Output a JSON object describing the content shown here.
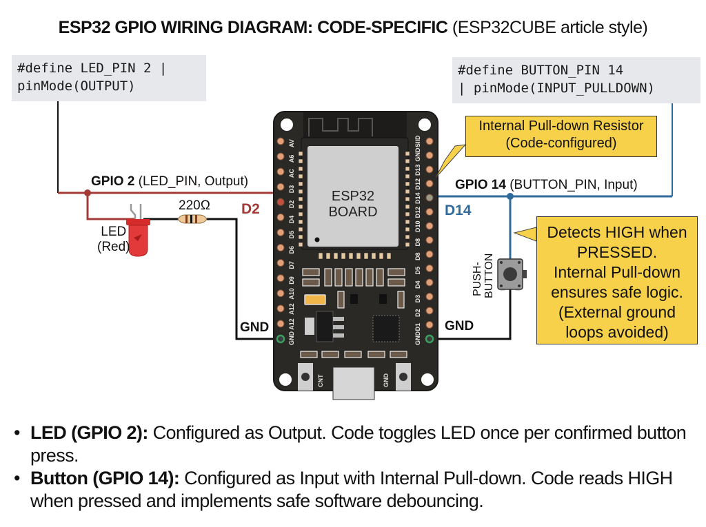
{
  "title": {
    "bold": "ESP32 GPIO WIRING DIAGRAM: CODE-SPECIFIC",
    "regular": "(ESP32CUBE article style)"
  },
  "code_left": {
    "line1": "#define LED_PIN 2 |",
    "line2": "pinMode(OUTPUT)"
  },
  "code_right": {
    "line1": "#define BUTTON_PIN 14",
    "line2": "| pinMode(INPUT_PULLDOWN)"
  },
  "callouts": {
    "pulldown": {
      "line1": "Internal Pull-down Resistor",
      "line2": "(Code-configured)"
    },
    "detect": {
      "lines": [
        "Detects HIGH when",
        "PRESSED.",
        "Internal Pull-down",
        "ensures safe logic.",
        "(External ground",
        "loops avoided)"
      ]
    }
  },
  "labels": {
    "gpio2_bold": "GPIO 2",
    "gpio2_rest": "(LED_PIN, Output)",
    "d2": "D2",
    "resistor": "220Ω",
    "led_line1": "LED",
    "led_line2": "(Red)",
    "gnd_left": "GND",
    "gpio14_bold": "GPIO 14",
    "gpio14_rest": "(BUTTON_PIN, Input)",
    "d14": "D14",
    "pushbutton_line1": "PUSH-",
    "pushbutton_line2": "BUTTON",
    "gnd_right": "GND"
  },
  "board": {
    "chip_line1": "ESP32",
    "chip_line2": "BOARD",
    "left_pins": [
      "AV",
      "A6",
      "AC",
      "D3",
      "D2",
      "D4",
      "D5",
      "D6",
      "D7",
      "D9",
      "A10",
      "A12",
      "A12",
      "GND"
    ],
    "right_pins": [
      "SIID",
      "GND",
      "D13",
      "D12",
      "D14",
      "D12",
      "D10",
      "D8",
      "D8",
      "D5",
      "D4",
      "D3",
      "D2",
      "D1",
      "GND"
    ],
    "button_left": "CNT",
    "button_right": "GND"
  },
  "colors": {
    "led_wire": "#a33a36",
    "button_wire": "#2f6a9b",
    "gnd_wire": "#111111",
    "d2_label": "#a33a36",
    "d14_label": "#2f6a9b",
    "callout_fill": "#f7d14a",
    "board": "#2b2926"
  },
  "bullets": [
    {
      "bold": "LED (GPIO 2):",
      "text": " Configured as Output. Code toggles LED once per confirmed button press."
    },
    {
      "bold": "Button (GPIO 14):",
      "text": " Configured as Input with Internal Pull-down. Code reads HIGH when pressed and implements safe software debouncing."
    }
  ]
}
